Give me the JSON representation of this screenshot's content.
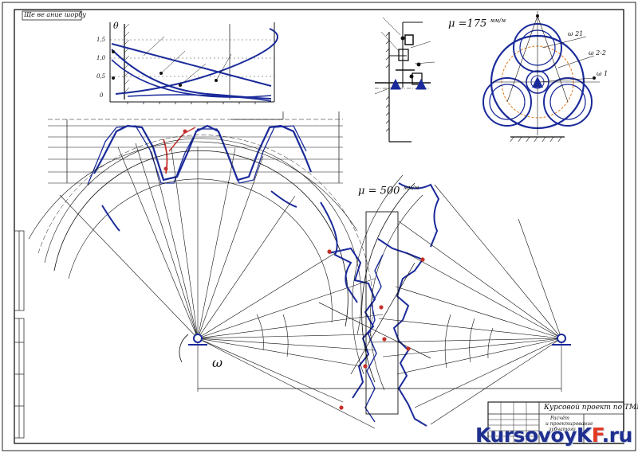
{
  "drawing": {
    "top_left_stamp": "Ще ве ание шорбу",
    "scale_planetary": "μ =175",
    "scale_planetary_unit": "мм/м",
    "scale_gear": "μ = 500",
    "scale_gear_unit": "мм/м",
    "omega_label": "ω",
    "graph_axis_theta": "θ",
    "graph_y_ticks": [
      "1,5",
      "1,0",
      "0,5",
      "0"
    ],
    "planetary_labels": [
      "ω 21",
      "ω 2-2",
      "ω 1"
    ],
    "title_block": {
      "title": "Курсовой проект по ТММ",
      "subtitle_line1": "Расчёт",
      "subtitle_line2": "и проектирование",
      "subtitle_line3": "зубчатого"
    },
    "watermark": {
      "prefix": "KursovoyK",
      "accent": "F",
      "suffix": ".ru"
    }
  }
}
